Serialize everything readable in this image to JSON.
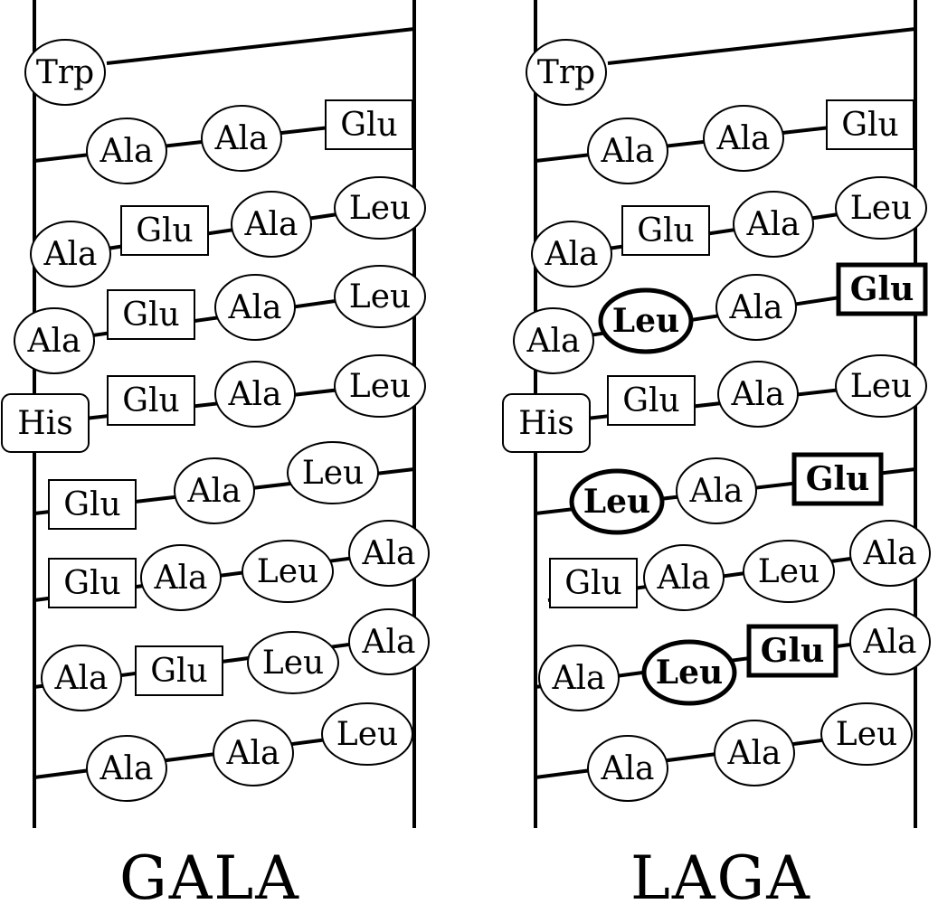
{
  "panels": [
    {
      "id": "gala",
      "title": "GALA",
      "rows": [
        [
          {
            "label": "Trp",
            "shape": "ellipse",
            "bold": false
          }
        ],
        [
          {
            "label": "Ala",
            "shape": "ellipse",
            "bold": false
          },
          {
            "label": "Ala",
            "shape": "ellipse",
            "bold": false
          },
          {
            "label": "Glu",
            "shape": "rect",
            "bold": false
          }
        ],
        [
          {
            "label": "Ala",
            "shape": "ellipse",
            "bold": false
          },
          {
            "label": "Glu",
            "shape": "rect",
            "bold": false
          },
          {
            "label": "Ala",
            "shape": "ellipse",
            "bold": false
          },
          {
            "label": "Leu",
            "shape": "ellipse",
            "bold": false
          }
        ],
        [
          {
            "label": "Ala",
            "shape": "ellipse",
            "bold": false
          },
          {
            "label": "Glu",
            "shape": "rect",
            "bold": false
          },
          {
            "label": "Ala",
            "shape": "ellipse",
            "bold": false
          },
          {
            "label": "Leu",
            "shape": "ellipse",
            "bold": false
          }
        ],
        [
          {
            "label": "His",
            "shape": "rounded-rect",
            "bold": false
          },
          {
            "label": "Glu",
            "shape": "rect",
            "bold": false
          },
          {
            "label": "Ala",
            "shape": "ellipse",
            "bold": false
          },
          {
            "label": "Leu",
            "shape": "ellipse",
            "bold": false
          }
        ],
        [
          {
            "label": "Glu",
            "shape": "rect",
            "bold": false
          },
          {
            "label": "Ala",
            "shape": "ellipse",
            "bold": false
          },
          {
            "label": "Leu",
            "shape": "ellipse",
            "bold": false
          }
        ],
        [
          {
            "label": "Glu",
            "shape": "rect",
            "bold": false
          },
          {
            "label": "Ala",
            "shape": "ellipse",
            "bold": false
          },
          {
            "label": "Leu",
            "shape": "ellipse",
            "bold": false
          },
          {
            "label": "Ala",
            "shape": "ellipse",
            "bold": false
          }
        ],
        [
          {
            "label": "Ala",
            "shape": "ellipse",
            "bold": false
          },
          {
            "label": "Glu",
            "shape": "rect",
            "bold": false
          },
          {
            "label": "Leu",
            "shape": "ellipse",
            "bold": false
          },
          {
            "label": "Ala",
            "shape": "ellipse",
            "bold": false
          }
        ],
        [
          {
            "label": "Ala",
            "shape": "ellipse",
            "bold": false
          },
          {
            "label": "Ala",
            "shape": "ellipse",
            "bold": false
          },
          {
            "label": "Leu",
            "shape": "ellipse",
            "bold": false
          }
        ]
      ]
    },
    {
      "id": "laga",
      "title": "LAGA",
      "rows": [
        [
          {
            "label": "Trp",
            "shape": "ellipse",
            "bold": false
          }
        ],
        [
          {
            "label": "Ala",
            "shape": "ellipse",
            "bold": false
          },
          {
            "label": "Ala",
            "shape": "ellipse",
            "bold": false
          },
          {
            "label": "Glu",
            "shape": "rect",
            "bold": false
          }
        ],
        [
          {
            "label": "Ala",
            "shape": "ellipse",
            "bold": false
          },
          {
            "label": "Glu",
            "shape": "rect",
            "bold": false
          },
          {
            "label": "Ala",
            "shape": "ellipse",
            "bold": false
          },
          {
            "label": "Leu",
            "shape": "ellipse",
            "bold": false
          }
        ],
        [
          {
            "label": "Ala",
            "shape": "ellipse",
            "bold": false
          },
          {
            "label": "Leu",
            "shape": "ellipse",
            "bold": true
          },
          {
            "label": "Ala",
            "shape": "ellipse",
            "bold": false
          },
          {
            "label": "Glu",
            "shape": "rect",
            "bold": true
          }
        ],
        [
          {
            "label": "His",
            "shape": "rounded-rect",
            "bold": false
          },
          {
            "label": "Glu",
            "shape": "rect",
            "bold": false
          },
          {
            "label": "Ala",
            "shape": "ellipse",
            "bold": false
          },
          {
            "label": "Leu",
            "shape": "ellipse",
            "bold": false
          }
        ],
        [
          {
            "label": "Leu",
            "shape": "ellipse",
            "bold": true
          },
          {
            "label": "Ala",
            "shape": "ellipse",
            "bold": false
          },
          {
            "label": "Glu",
            "shape": "rect",
            "bold": true
          }
        ],
        [
          {
            "label": "Glu",
            "shape": "rect",
            "bold": false
          },
          {
            "label": "Ala",
            "shape": "ellipse",
            "bold": false
          },
          {
            "label": "Leu",
            "shape": "ellipse",
            "bold": false
          },
          {
            "label": "Ala",
            "shape": "ellipse",
            "bold": false
          }
        ],
        [
          {
            "label": "Ala",
            "shape": "ellipse",
            "bold": false
          },
          {
            "label": "Leu",
            "shape": "ellipse",
            "bold": true
          },
          {
            "label": "Glu",
            "shape": "rect",
            "bold": true
          },
          {
            "label": "Ala",
            "shape": "ellipse",
            "bold": false
          }
        ],
        [
          {
            "label": "Ala",
            "shape": "ellipse",
            "bold": false
          },
          {
            "label": "Ala",
            "shape": "ellipse",
            "bold": false
          },
          {
            "label": "Leu",
            "shape": "ellipse",
            "bold": false
          }
        ]
      ]
    }
  ]
}
